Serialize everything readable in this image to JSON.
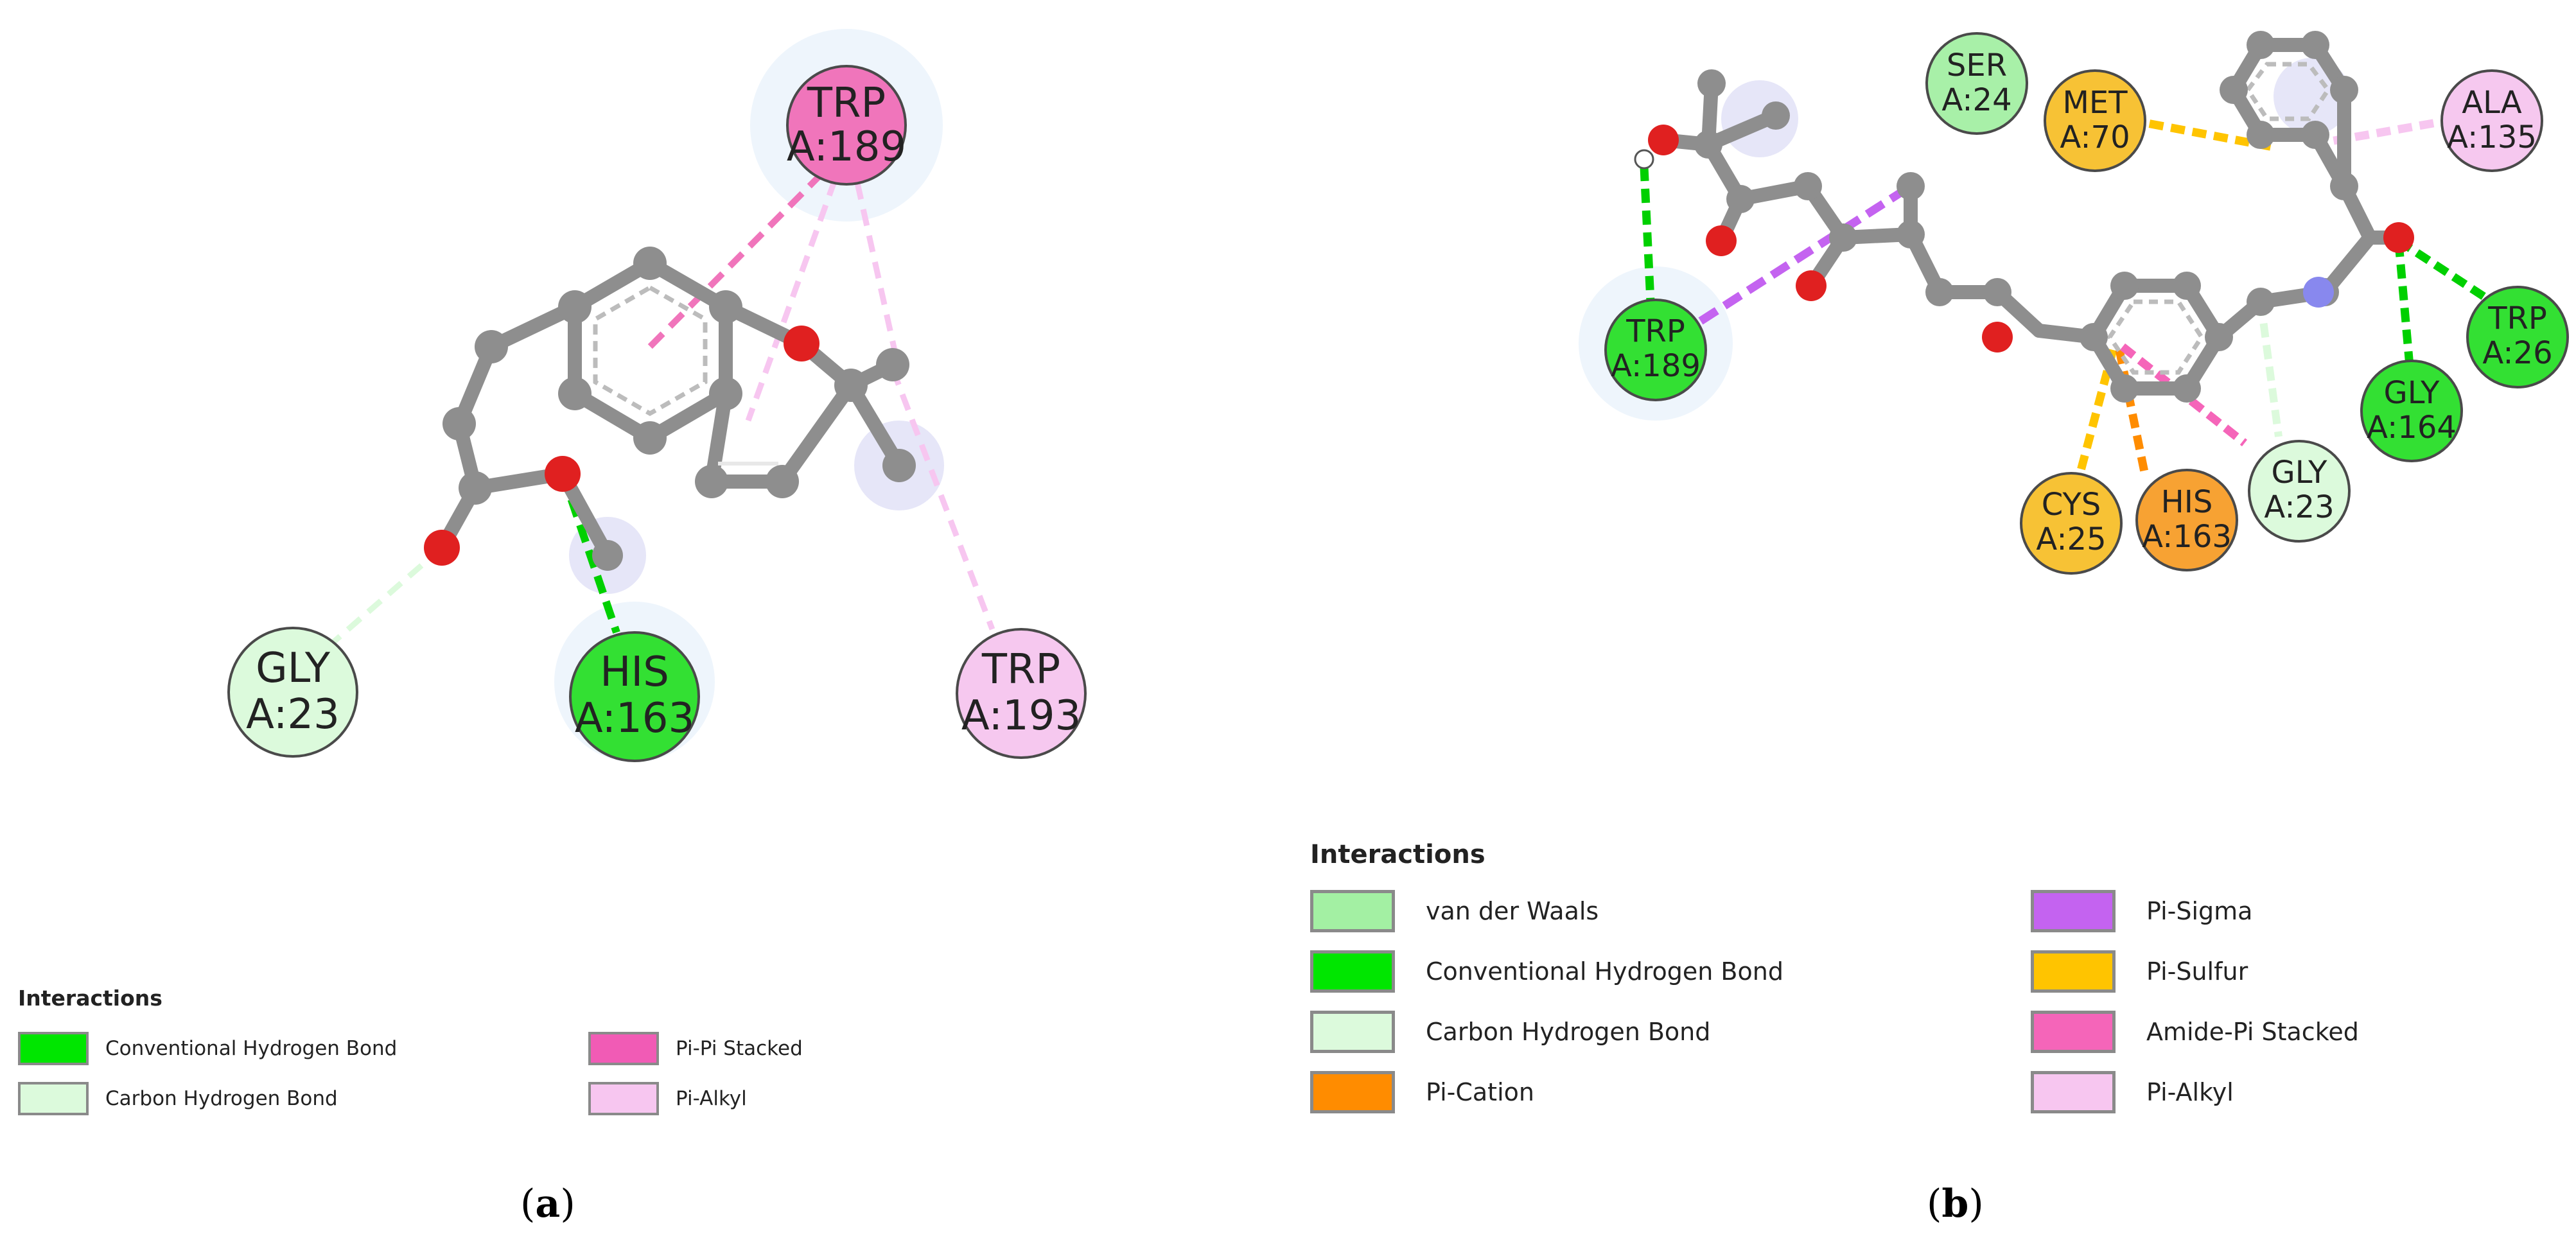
{
  "panels": [
    {
      "id": "a",
      "label": "a",
      "legend": {
        "title": "Interactions",
        "items": [
          {
            "label": "Conventional Hydrogen Bond",
            "color": "#00e600"
          },
          {
            "label": "Pi-Pi Stacked",
            "color": "#f15bb5"
          },
          {
            "label": "Carbon Hydrogen Bond",
            "color": "#dcfadc"
          },
          {
            "label": "Pi-Alkyl",
            "color": "#f7c6f0"
          }
        ]
      },
      "residues": [
        {
          "name": "TRP",
          "id": "A:189",
          "interaction": "Pi-Pi Stacked",
          "fill": "#f075bb"
        },
        {
          "name": "GLY",
          "id": "A:23",
          "interaction": "Carbon Hydrogen Bond",
          "fill": "#dcfadc"
        },
        {
          "name": "HIS",
          "id": "A:163",
          "interaction": "Conventional Hydrogen Bond",
          "fill": "#33e033"
        },
        {
          "name": "TRP",
          "id": "A:193",
          "interaction": "Pi-Alkyl",
          "fill": "#f6c8ef"
        }
      ]
    },
    {
      "id": "b",
      "label": "b",
      "legend": {
        "title": "Interactions",
        "items": [
          {
            "label": "van der Waals",
            "color": "#a3f0a3"
          },
          {
            "label": "Conventional Hydrogen Bond",
            "color": "#00e600"
          },
          {
            "label": "Carbon Hydrogen Bond",
            "color": "#dcfadc"
          },
          {
            "label": "Pi-Cation",
            "color": "#ff8c00"
          },
          {
            "label": "Pi-Sigma",
            "color": "#c463f0"
          },
          {
            "label": "Pi-Sulfur",
            "color": "#ffc400"
          },
          {
            "label": "Amide-Pi Stacked",
            "color": "#f565b9"
          },
          {
            "label": "Pi-Alkyl",
            "color": "#f7c6f0"
          }
        ]
      },
      "residues": [
        {
          "name": "SER",
          "id": "A:24",
          "interaction": "van der Waals",
          "fill": "#a8f0a8"
        },
        {
          "name": "MET",
          "id": "A:70",
          "interaction": "Pi-Sulfur",
          "fill": "#f7c235"
        },
        {
          "name": "ALA",
          "id": "A:135",
          "interaction": "Pi-Alkyl",
          "fill": "#f6c8ef"
        },
        {
          "name": "TRP",
          "id": "A:189",
          "interaction": "Pi-Sigma",
          "fill": "#33e033"
        },
        {
          "name": "TRP",
          "id": "A:26",
          "interaction": "Conventional Hydrogen Bond",
          "fill": "#33e033"
        },
        {
          "name": "GLY",
          "id": "A:164",
          "interaction": "Conventional Hydrogen Bond",
          "fill": "#33e033"
        },
        {
          "name": "CYS",
          "id": "A:25",
          "interaction": "Pi-Sulfur",
          "fill": "#f7c235"
        },
        {
          "name": "HIS",
          "id": "A:163",
          "interaction": "Pi-Cation",
          "fill": "#f7a233"
        },
        {
          "name": "GLY",
          "id": "A:23",
          "interaction": "Carbon Hydrogen Bond",
          "fill": "#dcfadc"
        }
      ]
    }
  ]
}
